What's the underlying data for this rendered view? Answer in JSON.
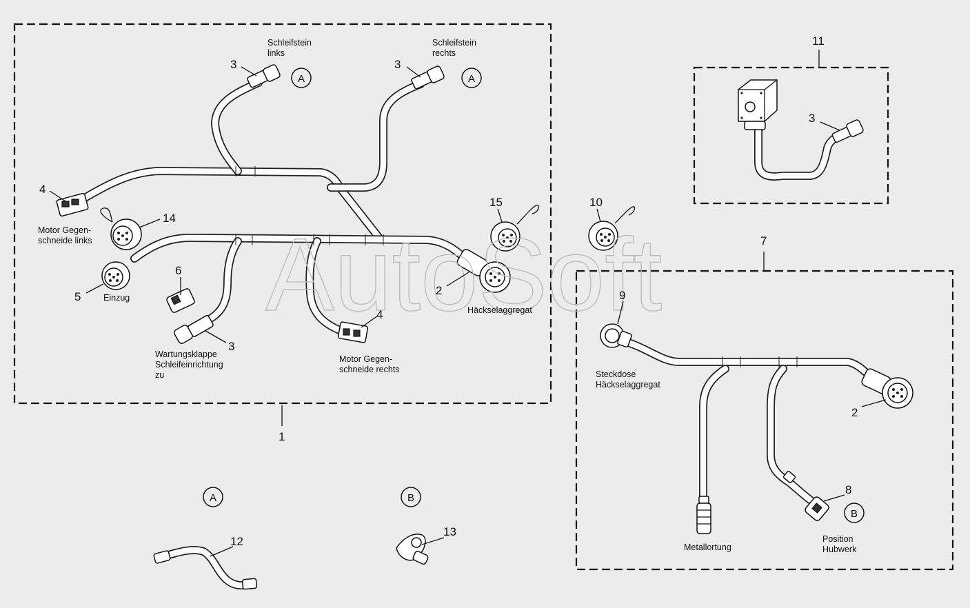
{
  "watermark": "AutoSoft",
  "groups": {
    "main": {
      "number": "1"
    },
    "lower_right": {
      "number": "7"
    },
    "upper_right": {
      "number": "11"
    }
  },
  "part_numbers": {
    "p3_left": "3",
    "p3_right": "3",
    "p3_wartung": "3",
    "p3_sensor": "3",
    "p4_left": "4",
    "p4_right": "4",
    "p5": "5",
    "p6": "6",
    "p2_main": "2",
    "p2_group7": "2",
    "p14": "14",
    "p15": "15",
    "p10": "10",
    "p9": "9",
    "p8": "8",
    "p12": "12",
    "p13": "13"
  },
  "callouts": {
    "a1": "A",
    "a2": "A",
    "a_detail": "A",
    "b_detail": "B",
    "b_group7": "B"
  },
  "labels": {
    "schleifstein_links": [
      "Schleifstein",
      "links"
    ],
    "schleifstein_rechts": [
      "Schleifstein",
      "rechts"
    ],
    "motor_links": [
      "Motor Gegen-",
      "schneide links"
    ],
    "einzug": "Einzug",
    "wartung": [
      "Wartungsklappe",
      "Schleifeinrichtung",
      "zu"
    ],
    "motor_rechts": [
      "Motor Gegen-",
      "schneide rechts"
    ],
    "haeckselaggregat": "Häckselaggregat",
    "steckdose": [
      "Steckdose",
      "Häckselaggregat"
    ],
    "metallortung": "Metallortung",
    "position_hubwerk": [
      "Position",
      "Hubwerk"
    ]
  }
}
